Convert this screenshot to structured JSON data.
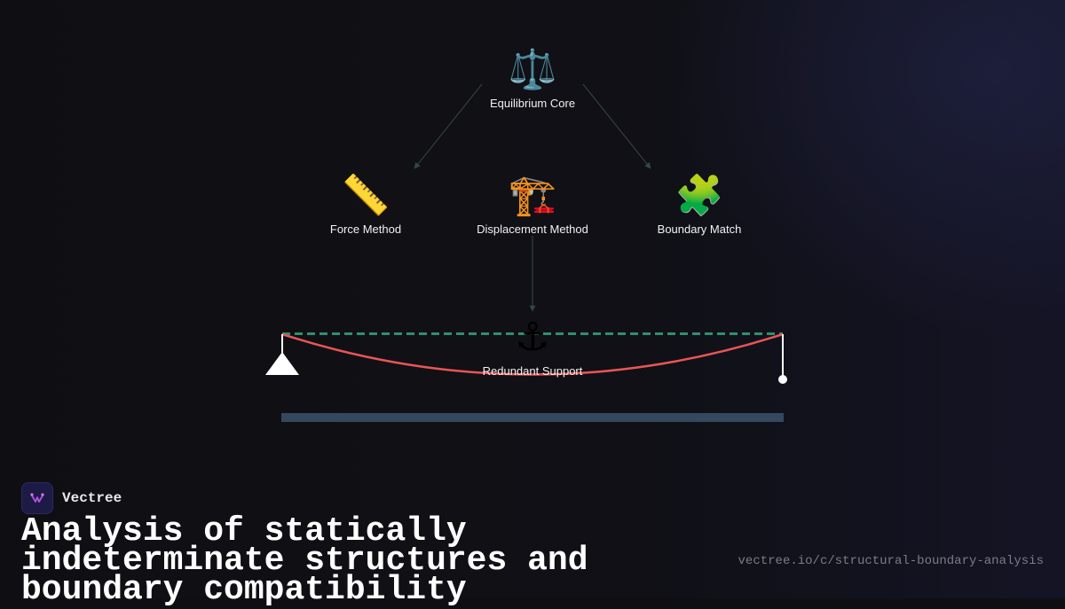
{
  "diagram": {
    "nodes": [
      {
        "id": "equilibrium",
        "icon": "scales-icon",
        "glyph": "⚖️",
        "label": "Equilibrium Core"
      },
      {
        "id": "force",
        "icon": "ruler-icon",
        "glyph": "📏",
        "label": "Force Method"
      },
      {
        "id": "displacement",
        "icon": "crane-icon",
        "glyph": "🏗️",
        "label": "Displacement Method"
      },
      {
        "id": "boundary",
        "icon": "puzzle-piece-icon",
        "glyph": "🧩",
        "label": "Boundary Match"
      },
      {
        "id": "redundant",
        "icon": "anchor-icon",
        "glyph": "⚓",
        "label": "Redundant Support"
      }
    ],
    "colors": {
      "arrow": "#2f4a44",
      "dashed_beam": "#2f8f6e",
      "deflection_curve": "#e85555",
      "ground_bar": "#34495e",
      "support": "#ffffff"
    }
  },
  "brand": {
    "name": "Vectree",
    "logo_icon": "vectree-logo-icon",
    "logo_color": "#b452e0"
  },
  "title": "Analysis of statically indeterminate structures and boundary compatibility",
  "url": "vectree.io/c/structural-boundary-analysis"
}
